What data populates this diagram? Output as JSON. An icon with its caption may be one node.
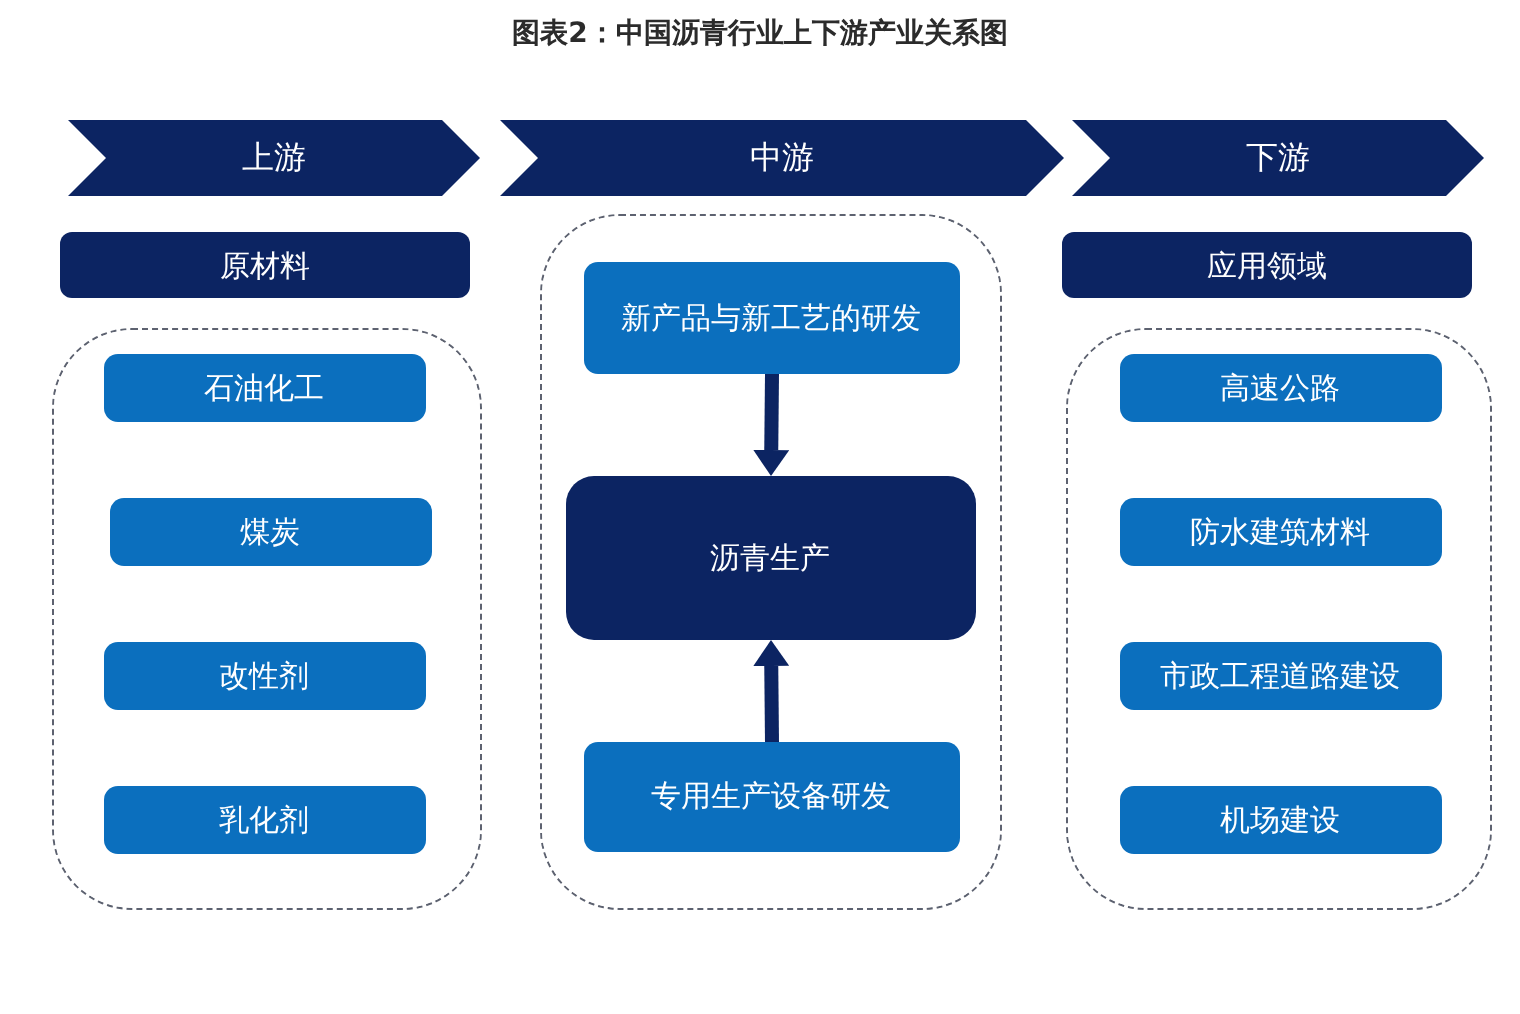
{
  "diagram": {
    "title": "图表2：中国沥青行业上下游产业关系图",
    "nodes": [
      {
        "text": [
          "上游"
        ]
      },
      {
        "text": [
          "中游"
        ]
      },
      {
        "text": [
          "下游"
        ]
      },
      {
        "text": [
          "原材料"
        ]
      },
      {
        "text": [],
        "shape": "box"
      },
      {
        "text": [
          "石油化工"
        ],
        "in": 4
      },
      {
        "text": [
          "煤炭"
        ],
        "in": 4
      },
      {
        "text": [
          "改性剂"
        ],
        "in": 4
      },
      {
        "text": [
          "乳化剂"
        ],
        "in": 4
      },
      {
        "text": [],
        "shape": "box"
      },
      {
        "text": [
          "新产品与新工艺的研发"
        ],
        "in": 9
      },
      {
        "text": [
          "沥青生产"
        ],
        "in": 9
      },
      {
        "text": [
          "专用生产设备研发"
        ],
        "in": 9
      },
      {
        "text": [
          "应用领域"
        ]
      },
      {
        "text": [],
        "shape": "box"
      },
      {
        "text": [
          "高速公路"
        ],
        "in": 14
      },
      {
        "text": [
          "防水建筑材料"
        ],
        "in": 14
      },
      {
        "text": [
          "市政工程道路建设"
        ],
        "in": 14
      },
      {
        "text": [
          "机场建设"
        ],
        "in": 14
      }
    ],
    "edges": [
      {
        "from": 10,
        "to": 11,
        "arrow": "to"
      },
      {
        "from": 12,
        "to": 11,
        "arrow": "to"
      }
    ]
  }
}
